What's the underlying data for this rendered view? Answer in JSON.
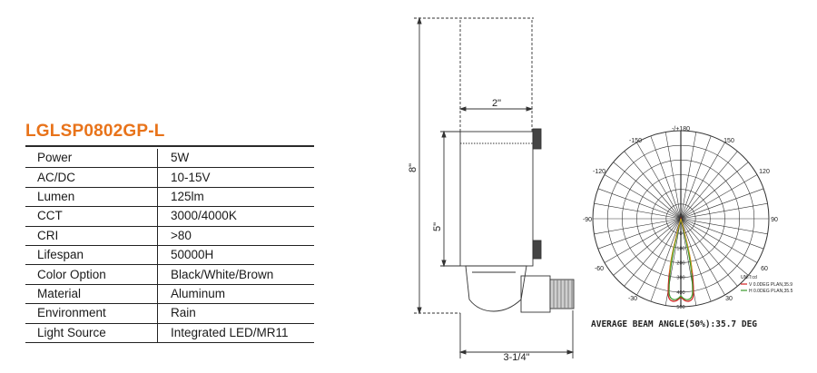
{
  "product": {
    "model": "LGLSP0802GP-L",
    "specs": [
      {
        "label": "Power",
        "value": "5W"
      },
      {
        "label": "AC/DC",
        "value": "10-15V"
      },
      {
        "label": "Lumen",
        "value": "125lm"
      },
      {
        "label": "CCT",
        "value": "3000/4000K"
      },
      {
        "label": "CRI",
        "value": ">80"
      },
      {
        "label": "Lifespan",
        "value": "50000H"
      },
      {
        "label": "Color Option",
        "value": "Black/White/Brown"
      },
      {
        "label": "Material",
        "value": "Aluminum"
      },
      {
        "label": "Environment",
        "value": "Rain"
      },
      {
        "label": "Light Source",
        "value": "Integrated LED/MR11"
      }
    ]
  },
  "drawing": {
    "dim_width_top": "2\"",
    "dim_height_total": "8\"",
    "dim_height_body": "5\"",
    "dim_width_base": "3-1/4\""
  },
  "polar": {
    "angle_labels": {
      "top": "-/+180",
      "l150": "-150",
      "r150": "150",
      "l120": "-120",
      "r120": "120",
      "l90": "-90",
      "r90": "90",
      "l60": "-60",
      "r60": "60",
      "l30": "-30",
      "r30": "30"
    },
    "radial_labels": [
      "0",
      "100",
      "200",
      "300",
      "400",
      "500"
    ],
    "unit_label": "UNIT:cd",
    "legend": [
      {
        "text": "V 0.0DEG PLAN,35.9",
        "color": "#d42020"
      },
      {
        "text": "H 0.0DEG PLAN,35.5",
        "color": "#3a9a2a"
      }
    ],
    "caption": "AVERAGE BEAM ANGLE(50%):35.7 DEG"
  }
}
